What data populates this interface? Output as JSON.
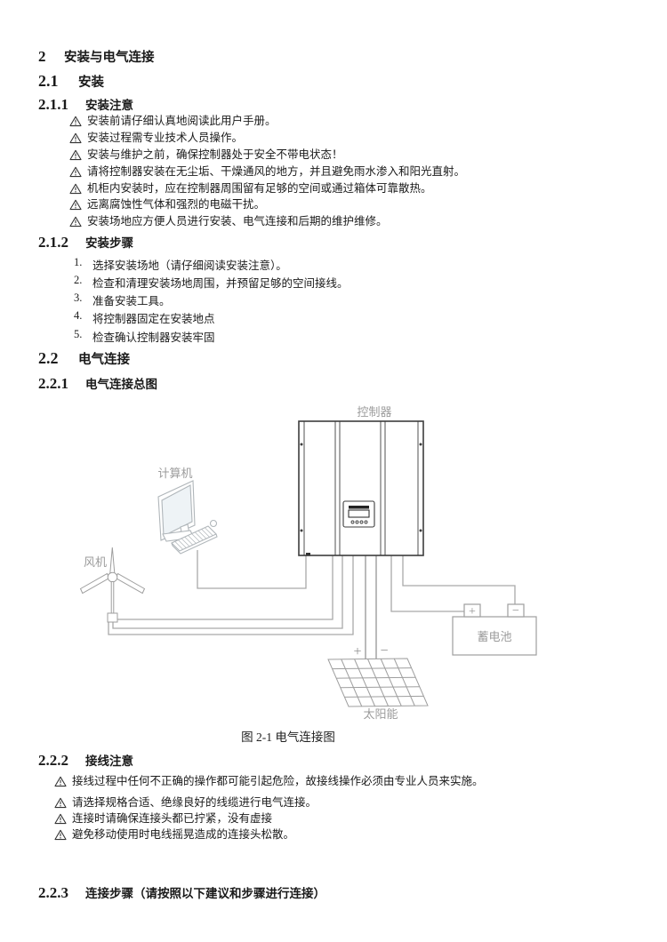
{
  "doc": {
    "s2": {
      "num": "2",
      "title": "安装与电气连接"
    },
    "s21": {
      "num": "2.1",
      "title": "安装"
    },
    "s211": {
      "num": "2.1.1",
      "title": "安装注意"
    },
    "install_warnings": [
      "安装前请仔细认真地阅读此用户手册。",
      "安装过程需专业技术人员操作。",
      "安装与维护之前，确保控制器处于安全不带电状态！",
      "请将控制器安装在无尘垢、干燥通风的地方，并且避免雨水渗入和阳光直射。",
      "机柜内安装时，应在控制器周围留有足够的空间或通过箱体可靠散热。",
      "远离腐蚀性气体和强烈的电磁干扰。",
      "安装场地应方便人员进行安装、电气连接和后期的维护维修。"
    ],
    "s212": {
      "num": "2.1.2",
      "title": "安装步骤"
    },
    "install_steps": [
      {
        "n": "1.",
        "t": "选择安装场地（请仔细阅读安装注意）。"
      },
      {
        "n": "2.",
        "t": "检查和清理安装场地周围，并预留足够的空间接线。"
      },
      {
        "n": "3.",
        "t": "准备安装工具。"
      },
      {
        "n": "4.",
        "t": "将控制器固定在安装地点"
      },
      {
        "n": "5.",
        "t": "检查确认控制器安装牢固"
      }
    ],
    "s22": {
      "num": "2.2",
      "title": "电气连接"
    },
    "s221": {
      "num": "2.2.1",
      "title": "电气连接总图"
    },
    "s222": {
      "num": "2.2.2",
      "title": "接线注意"
    },
    "wiring_warnings": [
      "接线过程中任何不正确的操作都可能引起危险，故接线操作必须由专业人员来实施。",
      "请选择规格合适、绝缘良好的线缆进行电气连接。",
      "连接时请确保连接头都已拧紧，没有虚接",
      "避免移动使用时电线摇晃造成的连接头松散。"
    ],
    "s223": {
      "num": "2.2.3",
      "title": "连接步骤（请按照以下建议和步骤进行连接）"
    }
  },
  "figure": {
    "caption": "图 2-1 电气连接图",
    "labels": {
      "controller": "控制器",
      "computer": "计算机",
      "wind": "风机",
      "battery": "蓄电池",
      "solar": "太阳能",
      "solar_plus": "+",
      "solar_minus": "−",
      "battery_plus": "+",
      "battery_minus": "−"
    }
  },
  "icons": {
    "warning": "warning-triangle-icon"
  },
  "colors": {
    "text": "#1a1a1a",
    "diagram_line": "#a9a9a9",
    "diagram_label": "#9b9b9b",
    "controller_stroke": "#3d3d3d",
    "screen_fill": "#eef3f6"
  }
}
